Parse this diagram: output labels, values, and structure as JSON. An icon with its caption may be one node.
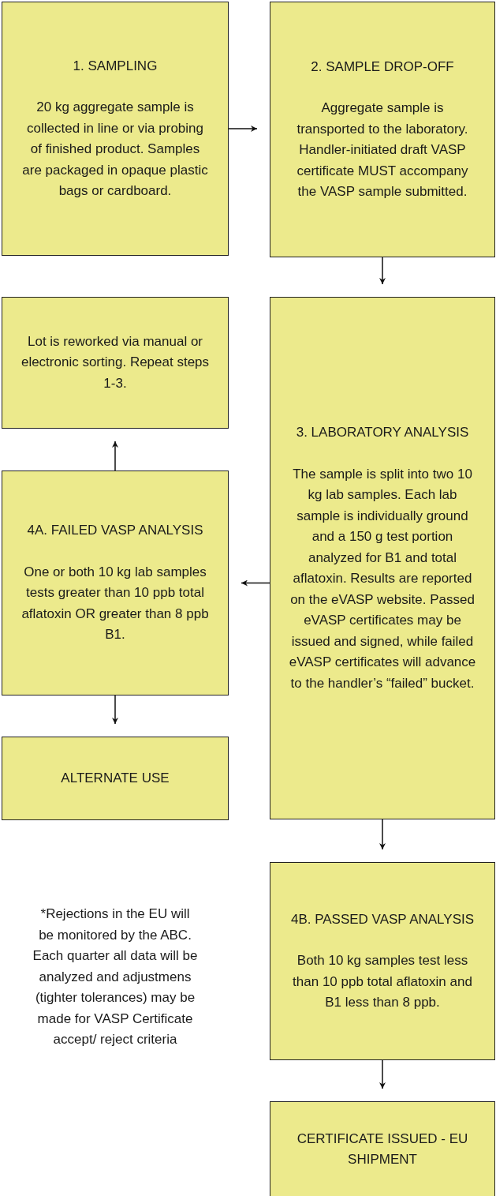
{
  "diagram": {
    "nodes": [
      {
        "text": [
          "1. SAMPLING",
          "20 kg aggregate sample is collected in line or via probing of finished product. Samples are packaged in opaque plastic bags or cardboard."
        ]
      },
      {
        "text": [
          "2. SAMPLE DROP-OFF",
          "Aggregate sample is transported to the laboratory. Handler-initiated draft VASP certificate MUST accompany the VASP sample submitted."
        ]
      },
      {
        "text": [
          "Lot is reworked via manual or electronic sorting. Repeat steps 1-3."
        ]
      },
      {
        "text": [
          "3. LABORATORY ANALYSIS",
          "The sample is split into two 10 kg lab samples. Each lab sample is individually ground and a 150 g test portion analyzed for B1 and total aflatoxin. Results are reported on the eVASP website. Passed eVASP certificates may be issued and signed, while failed eVASP certificates will advance to the handler’s “failed” bucket."
        ]
      },
      {
        "text": [
          "4A. FAILED VASP ANALYSIS",
          "One or both 10 kg lab samples tests greater than 10 ppb total aflatoxin OR greater than 8 ppb B1."
        ]
      },
      {
        "text": [
          "ALTERNATE USE"
        ]
      },
      {
        "text": [
          "4B. PASSED VASP ANALYSIS",
          "Both 10 kg samples test less than 10 ppb total aflatoxin and B1 less than 8 ppb."
        ]
      },
      {
        "text": [
          "CERTIFICATE ISSUED - EU SHIPMENT"
        ]
      }
    ],
    "edges": [
      {
        "from": 0,
        "to": 1,
        "arrow": "to"
      },
      {
        "from": 1,
        "to": 3,
        "arrow": "to"
      },
      {
        "from": 3,
        "to": 4,
        "arrow": "to"
      },
      {
        "from": 4,
        "to": 2,
        "arrow": "to"
      },
      {
        "from": 4,
        "to": 5,
        "arrow": "to"
      },
      {
        "from": 3,
        "to": 6,
        "arrow": "to"
      },
      {
        "from": 6,
        "to": 7,
        "arrow": "to"
      }
    ],
    "labels": [
      "*Rejections in the EU will be monitored by the ABC. Each quarter all data will be analyzed and adjustmens (tighter tolerances) may be made for VASP Certificate accept/ reject criteria"
    ]
  }
}
